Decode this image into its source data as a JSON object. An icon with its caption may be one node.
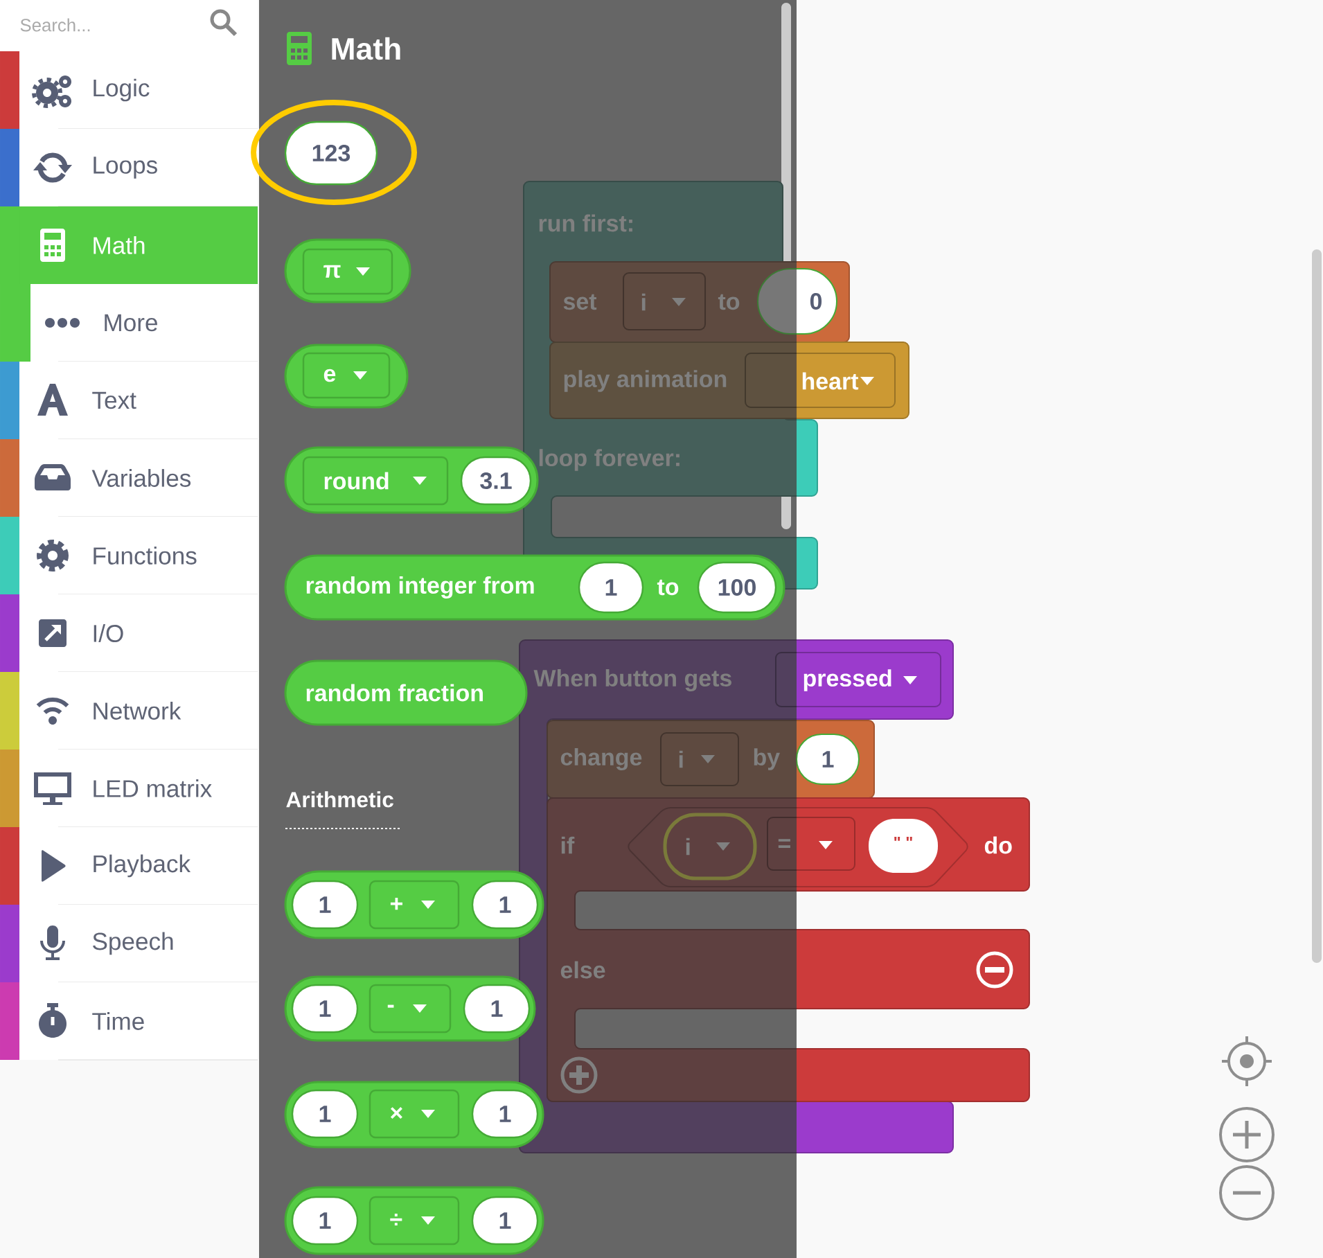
{
  "diagram": {
    "nodes": [
      {
        "text": [
          "Search..."
        ]
      },
      {
        "text": [
          "Logic"
        ]
      },
      {
        "text": [
          "Loops"
        ]
      },
      {
        "text": [
          "Math"
        ]
      },
      {
        "text": [
          "More"
        ]
      },
      {
        "text": [
          "Text"
        ]
      },
      {
        "text": [
          "Variables"
        ]
      },
      {
        "text": [
          "Functions"
        ]
      },
      {
        "text": [
          "I/O"
        ]
      },
      {
        "text": [
          "Network"
        ]
      },
      {
        "text": [
          "LED matrix"
        ]
      },
      {
        "text": [
          "Playback"
        ]
      },
      {
        "text": [
          "Speech"
        ]
      },
      {
        "text": [
          "Time"
        ]
      },
      {
        "text": [
          "Math"
        ]
      },
      {
        "text": [
          "123"
        ],
        "in": 14
      },
      {
        "text": [
          "π"
        ],
        "in": 14
      },
      {
        "text": [
          "e"
        ],
        "in": 14
      },
      {
        "text": [
          "round"
        ],
        "in": 14
      },
      {
        "text": [
          "3.1"
        ],
        "in": 18
      },
      {
        "text": [
          "random integer from",
          "to"
        ],
        "in": 14
      },
      {
        "text": [
          "1"
        ],
        "in": 20
      },
      {
        "text": [
          "100"
        ],
        "in": 20
      },
      {
        "text": [
          "random fraction"
        ],
        "in": 14
      },
      {
        "text": [
          "+"
        ],
        "in": 14
      },
      {
        "text": [
          "1"
        ],
        "in": 24
      },
      {
        "text": [
          "1"
        ],
        "in": 24
      },
      {
        "text": [
          "-"
        ],
        "in": 14
      },
      {
        "text": [
          "1"
        ],
        "in": 27
      },
      {
        "text": [
          "1"
        ],
        "in": 27
      },
      {
        "text": [
          "×"
        ],
        "in": 14
      },
      {
        "text": [
          "1"
        ],
        "in": 30
      },
      {
        "text": [
          "1"
        ],
        "in": 30
      },
      {
        "text": [
          "÷"
        ],
        "in": 14
      },
      {
        "text": [
          "1"
        ],
        "in": 33
      },
      {
        "text": [
          "1"
        ],
        "in": 33
      },
      {
        "text": [
          "run first:",
          "loop forever:"
        ]
      },
      {
        "text": [
          "set",
          "i",
          "to"
        ]
      },
      {
        "text": [
          "0"
        ],
        "in": 37
      },
      {
        "text": [
          "play animation",
          "heart"
        ]
      },
      {
        "text": [
          "When button gets",
          "pressed"
        ]
      },
      {
        "text": [
          "change",
          "i",
          "by"
        ],
        "in": 40
      },
      {
        "text": [
          "1"
        ],
        "in": 41
      },
      {
        "text": [
          "if",
          "do",
          "else"
        ]
      },
      {
        "text": [
          "="
        ],
        "in": 43
      },
      {
        "text": [
          "i"
        ]
      },
      {
        "text": [
          "\" \""
        ],
        "in": 44
      }
    ],
    "labels": [
      "Arithmetic"
    ]
  }
}
